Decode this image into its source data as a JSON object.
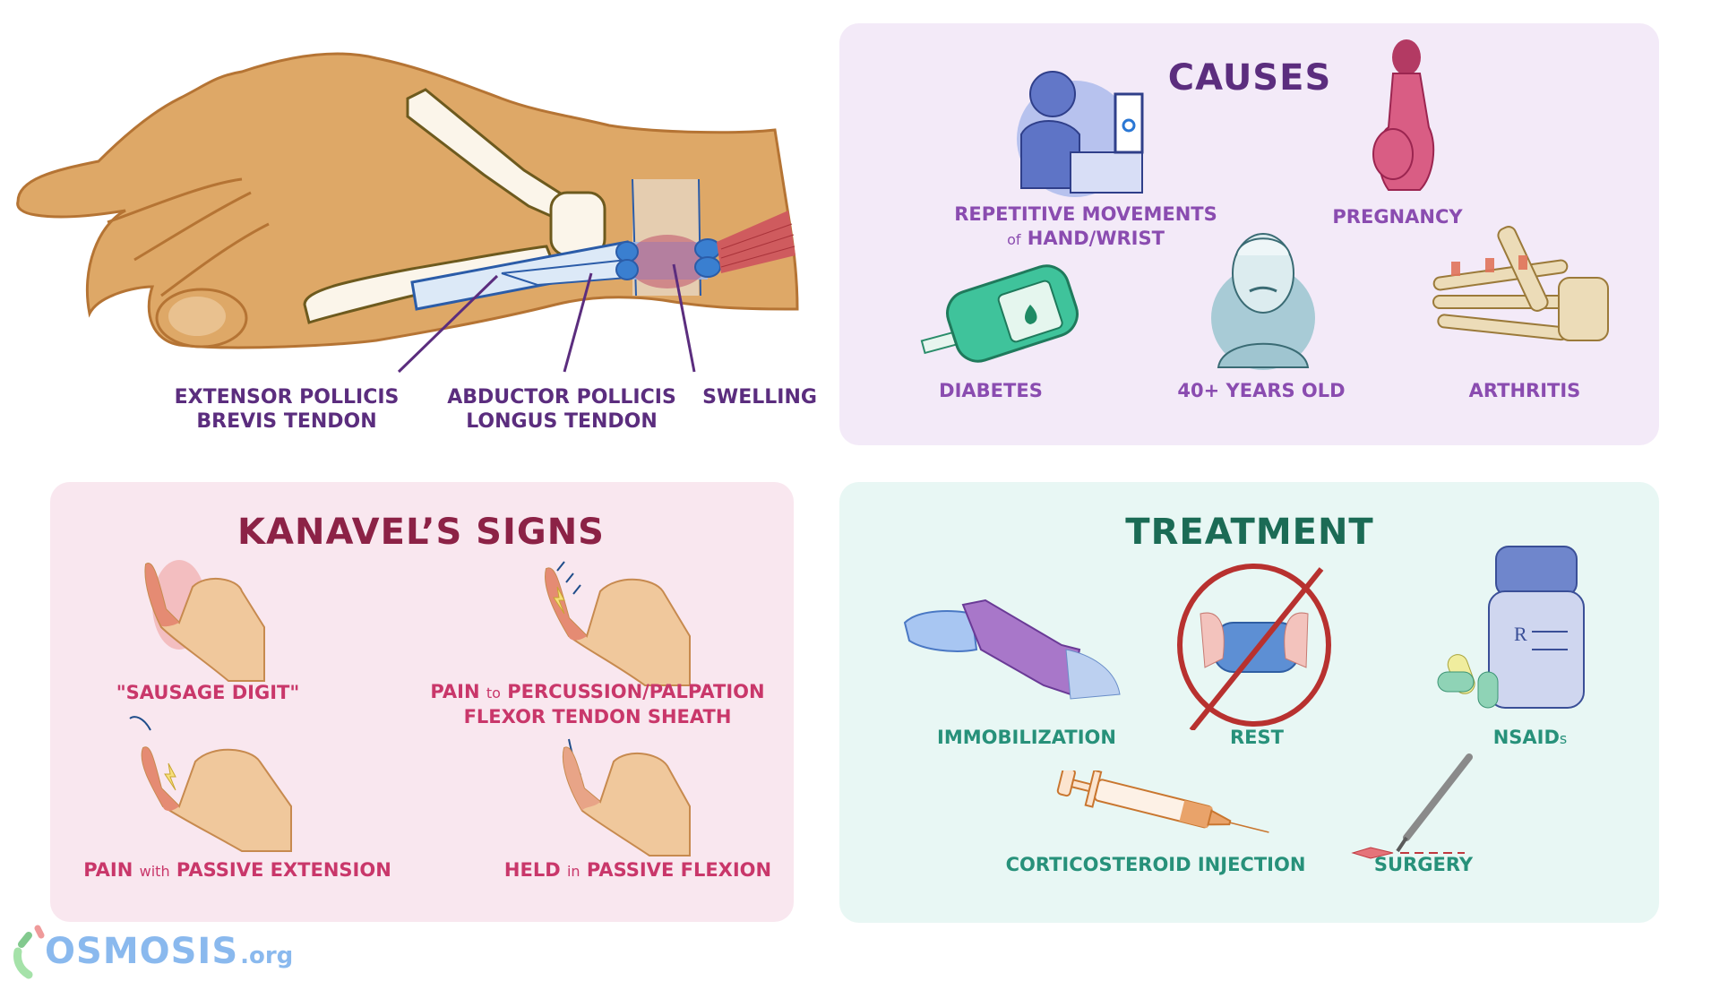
{
  "anatomy": {
    "labels": [
      {
        "line1": "EXTENSOR POLLICIS",
        "line2": "BREVIS TENDON"
      },
      {
        "line1": "ABDUCTOR POLLICIS",
        "line2": "LONGUS TENDON"
      },
      {
        "line1": "SWELLING",
        "line2": ""
      }
    ]
  },
  "causes": {
    "title": "CAUSES",
    "items": [
      {
        "pre": "",
        "label": "REPETITIVE MOVEMENTS",
        "line2_pre": "of",
        "line2": " HAND/WRIST",
        "icon": "person-at-laptop-icon"
      },
      {
        "label": "PREGNANCY",
        "icon": "pregnant-woman-icon"
      },
      {
        "label": "DIABETES",
        "icon": "glucose-meter-icon"
      },
      {
        "label": "40+ YEARS OLD",
        "icon": "older-man-icon"
      },
      {
        "label": "ARTHRITIS",
        "icon": "skeletal-hand-icon"
      }
    ],
    "colors": {
      "bg": "#f3eaf8",
      "title": "#5b2d7e",
      "label": "#8a4cb0"
    }
  },
  "kanavel": {
    "title": "KANAVEL’S SIGNS",
    "items": [
      {
        "label": "\"SAUSAGE DIGIT\"",
        "icon": "swollen-finger-hand-icon"
      },
      {
        "line1_a": "PAIN ",
        "line1_small": "to",
        "line1_b": " PERCUSSION/PALPATION",
        "line2": "FLEXOR TENDON SHEATH",
        "icon": "percussion-hand-icon"
      },
      {
        "a": "PAIN ",
        "small": "with",
        "b": " PASSIVE EXTENSION",
        "icon": "extension-pain-hand-icon"
      },
      {
        "a": "HELD ",
        "small": "in",
        "b": " PASSIVE FLEXION",
        "icon": "flexed-finger-hand-icon"
      }
    ],
    "colors": {
      "bg": "#f9e7ef",
      "title": "#8c2246",
      "label": "#c9376a"
    }
  },
  "treatment": {
    "title": "TREATMENT",
    "items": [
      {
        "label": "IMMOBILIZATION",
        "icon": "wrist-splint-icon"
      },
      {
        "label": "REST",
        "icon": "no-gaming-controller-icon"
      },
      {
        "label": "NSAID",
        "label_small": "s",
        "icon": "pill-bottle-icon"
      },
      {
        "label": "CORTICOSTEROID INJECTION",
        "icon": "syringe-icon"
      },
      {
        "label": "SURGERY",
        "icon": "scalpel-icon"
      }
    ],
    "colors": {
      "bg": "#e8f7f4",
      "title": "#1b6b55",
      "label": "#27917a"
    }
  },
  "logo": {
    "name": "OSMOSIS",
    "suffix": ".org"
  }
}
